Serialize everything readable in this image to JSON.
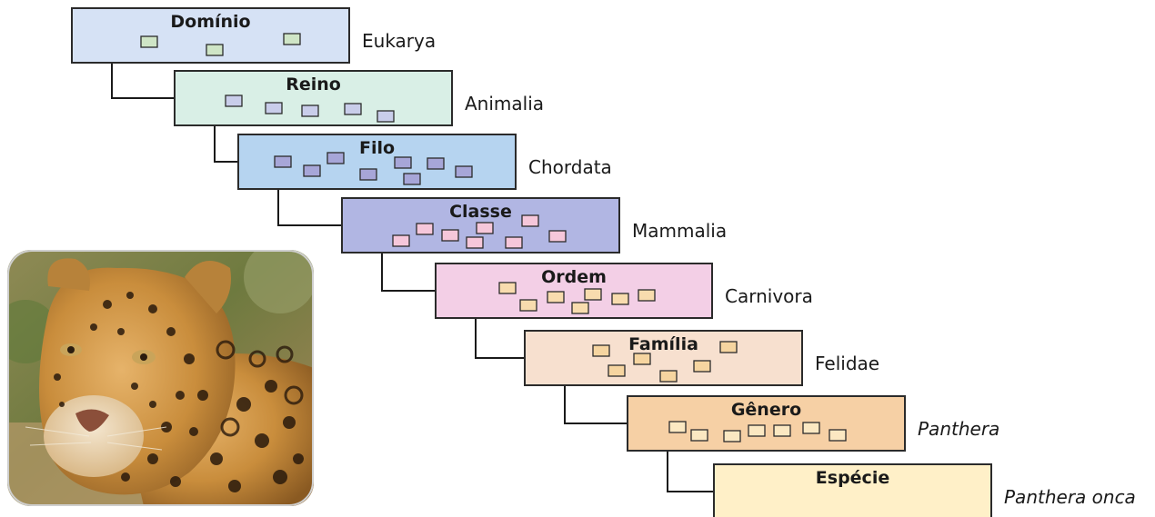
{
  "levels": [
    {
      "rank": "Domínio",
      "taxon": "Eukarya",
      "italic": false,
      "fill": "#d6e2f5",
      "member_fill": "#cfe5c6"
    },
    {
      "rank": "Reino",
      "taxon": "Animalia",
      "italic": false,
      "fill": "#d9efe6",
      "member_fill": "#c9cdea"
    },
    {
      "rank": "Filo",
      "taxon": "Chordata",
      "italic": false,
      "fill": "#b6d4f0",
      "member_fill": "#a7a6d8"
    },
    {
      "rank": "Classe",
      "taxon": "Mammalia",
      "italic": false,
      "fill": "#b1b6e3",
      "member_fill": "#f6c7da"
    },
    {
      "rank": "Ordem",
      "taxon": "Carnivora",
      "italic": false,
      "fill": "#f3cfe6",
      "member_fill": "#f8dcae"
    },
    {
      "rank": "Família",
      "taxon": "Felidae",
      "italic": false,
      "fill": "#f7e0cf",
      "member_fill": "#f6d5a0"
    },
    {
      "rank": "Gênero",
      "taxon": "Panthera",
      "italic": true,
      "fill": "#f6d0a5",
      "member_fill": "#fbe8c2"
    },
    {
      "rank": "Espécie",
      "taxon": "Panthera onca",
      "italic": true,
      "fill": "#fff0c8",
      "member_fill": "#fff0c8"
    }
  ],
  "photo": {
    "subject": "jaguar",
    "icon": "jaguar-photo"
  },
  "colors": {
    "line": "#1a1a1a",
    "box_border": "#2b2b2b"
  }
}
